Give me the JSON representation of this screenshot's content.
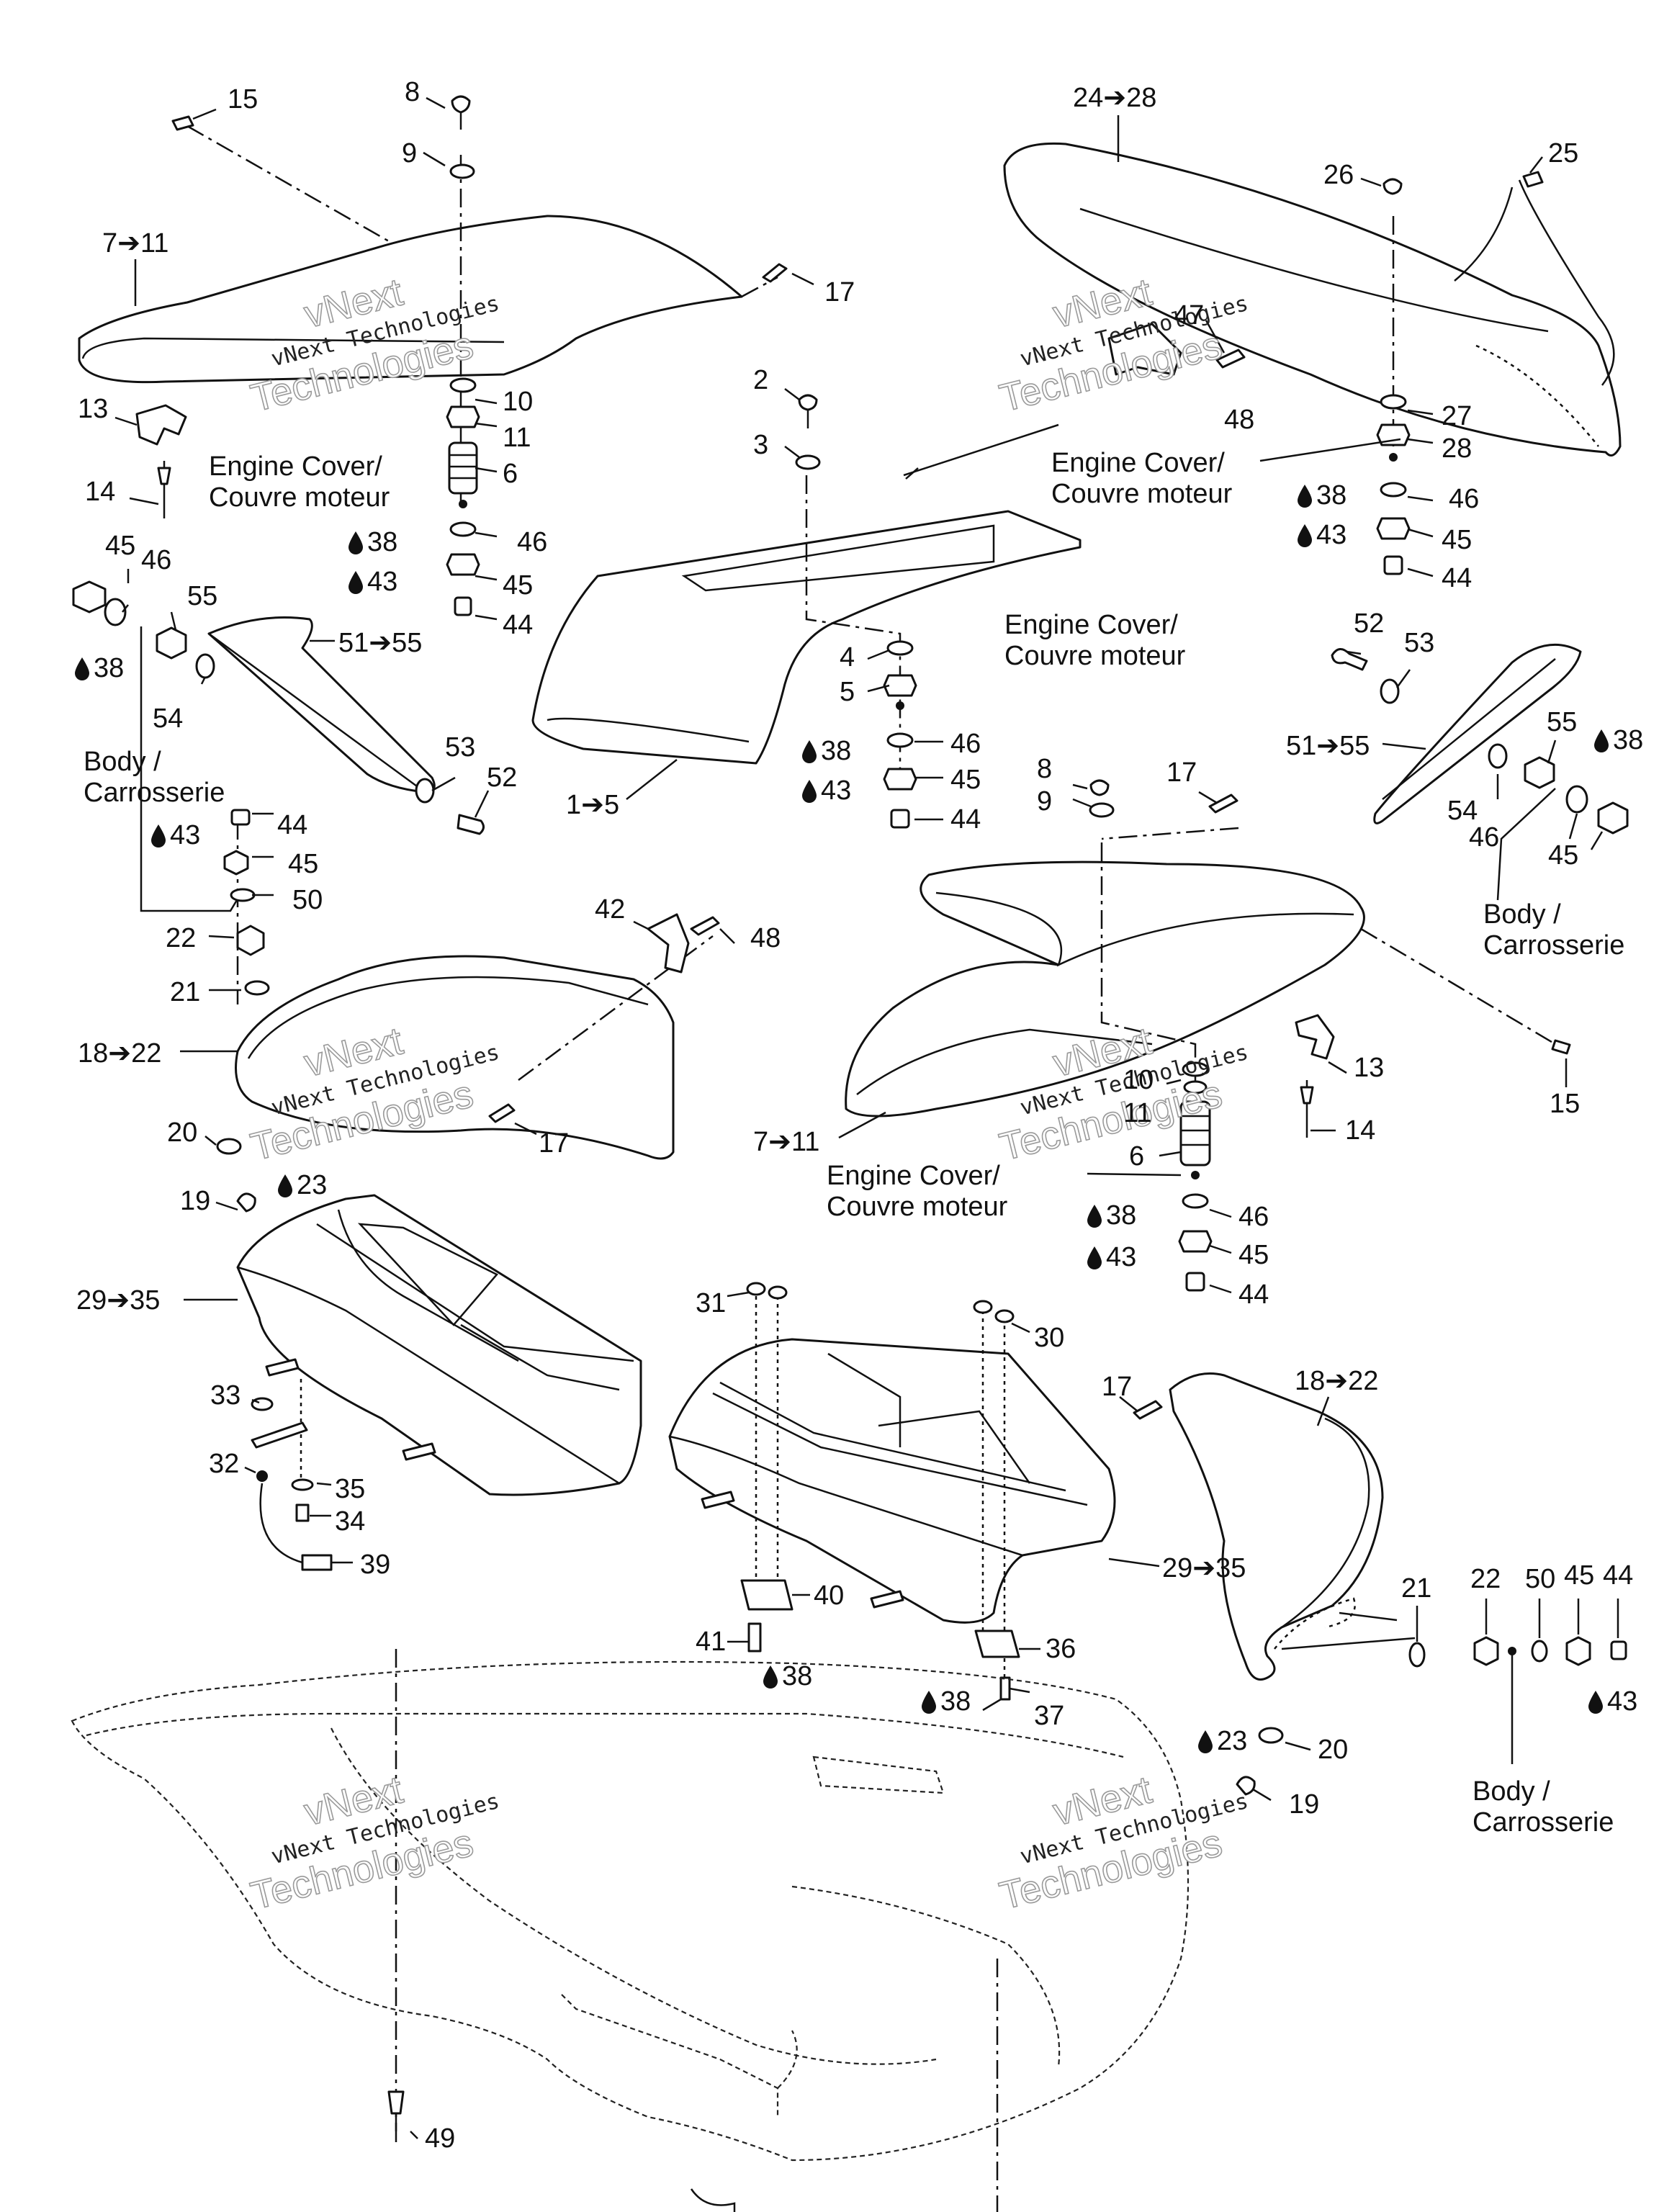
{
  "watermark": {
    "line1": "vNext",
    "line2": "vNext Technologies",
    "line3": "Technologies"
  },
  "notes": {
    "engine_cover": [
      "Engine Cover/",
      "Couvre moteur"
    ],
    "body": [
      "Body /",
      "Carrosserie"
    ]
  },
  "glyphs": {
    "drop": "💧"
  },
  "callouts": {
    "c15a": "15",
    "c8a": "8",
    "c9a": "9",
    "c7_11a": "7➔11",
    "c17a": "17",
    "c13a": "13",
    "c14a": "14",
    "c10a": "10",
    "c11a": "11",
    "c6a": "6",
    "c38a": "38",
    "c46a": "46",
    "c43a": "43",
    "c45a": "45",
    "c44a": "44",
    "c45b": "45",
    "c46b": "46",
    "c55a": "55",
    "c38b": "38",
    "c54a": "54",
    "c51_55a": "51➔55",
    "c53a": "53",
    "c52a": "52",
    "c43b": "43",
    "c44b": "44",
    "c45c": "45",
    "c50a": "50",
    "c22a": "22",
    "c21a": "21",
    "c18_22a": "18➔22",
    "c42a": "42",
    "c48a": "48",
    "c20a": "20",
    "c17b": "17",
    "c23a": "23",
    "c19a": "19",
    "c29_35a": "29➔35",
    "c33": "33",
    "c32": "32",
    "c35": "35",
    "c34": "34",
    "c39": "39",
    "c2": "2",
    "c3": "3",
    "c1_5": "1➔5",
    "c4": "4",
    "c5": "5",
    "c38c": "38",
    "c46c": "46",
    "c43c": "43",
    "c45d": "45",
    "c44c": "44",
    "c24_28": "24➔28",
    "c25": "25",
    "c26": "26",
    "c47": "47",
    "c48b": "48",
    "c27": "27",
    "c28": "28",
    "c38d": "38",
    "c46d": "46",
    "c43d": "43",
    "c45e": "45",
    "c44d": "44",
    "c52b": "52",
    "c53b": "53",
    "c51_55b": "51➔55",
    "c54b": "54",
    "c55b": "55",
    "c38e": "38",
    "c46e": "46",
    "c45f": "45",
    "c8b": "8",
    "c9b": "9",
    "c17c": "17",
    "c7_11b": "7➔11",
    "c13b": "13",
    "c14b": "14",
    "c15b": "15",
    "c10b": "10",
    "c11b": "11",
    "c6b": "6",
    "c38f": "38",
    "c46f": "46",
    "c43e": "43",
    "c45g": "45",
    "c44e": "44",
    "c31": "31",
    "c30": "30",
    "c40": "40",
    "c41": "41",
    "c38g": "38",
    "c36": "36",
    "c38h": "38",
    "c37": "37",
    "c29_35b": "29➔35",
    "c17d": "17",
    "c18_22b": "18➔22",
    "c21b": "21",
    "c22b": "22",
    "c50b": "50",
    "c45h": "45",
    "c44f": "44",
    "c43f": "43",
    "c23b": "23",
    "c20b": "20",
    "c19b": "19",
    "c49": "49"
  }
}
